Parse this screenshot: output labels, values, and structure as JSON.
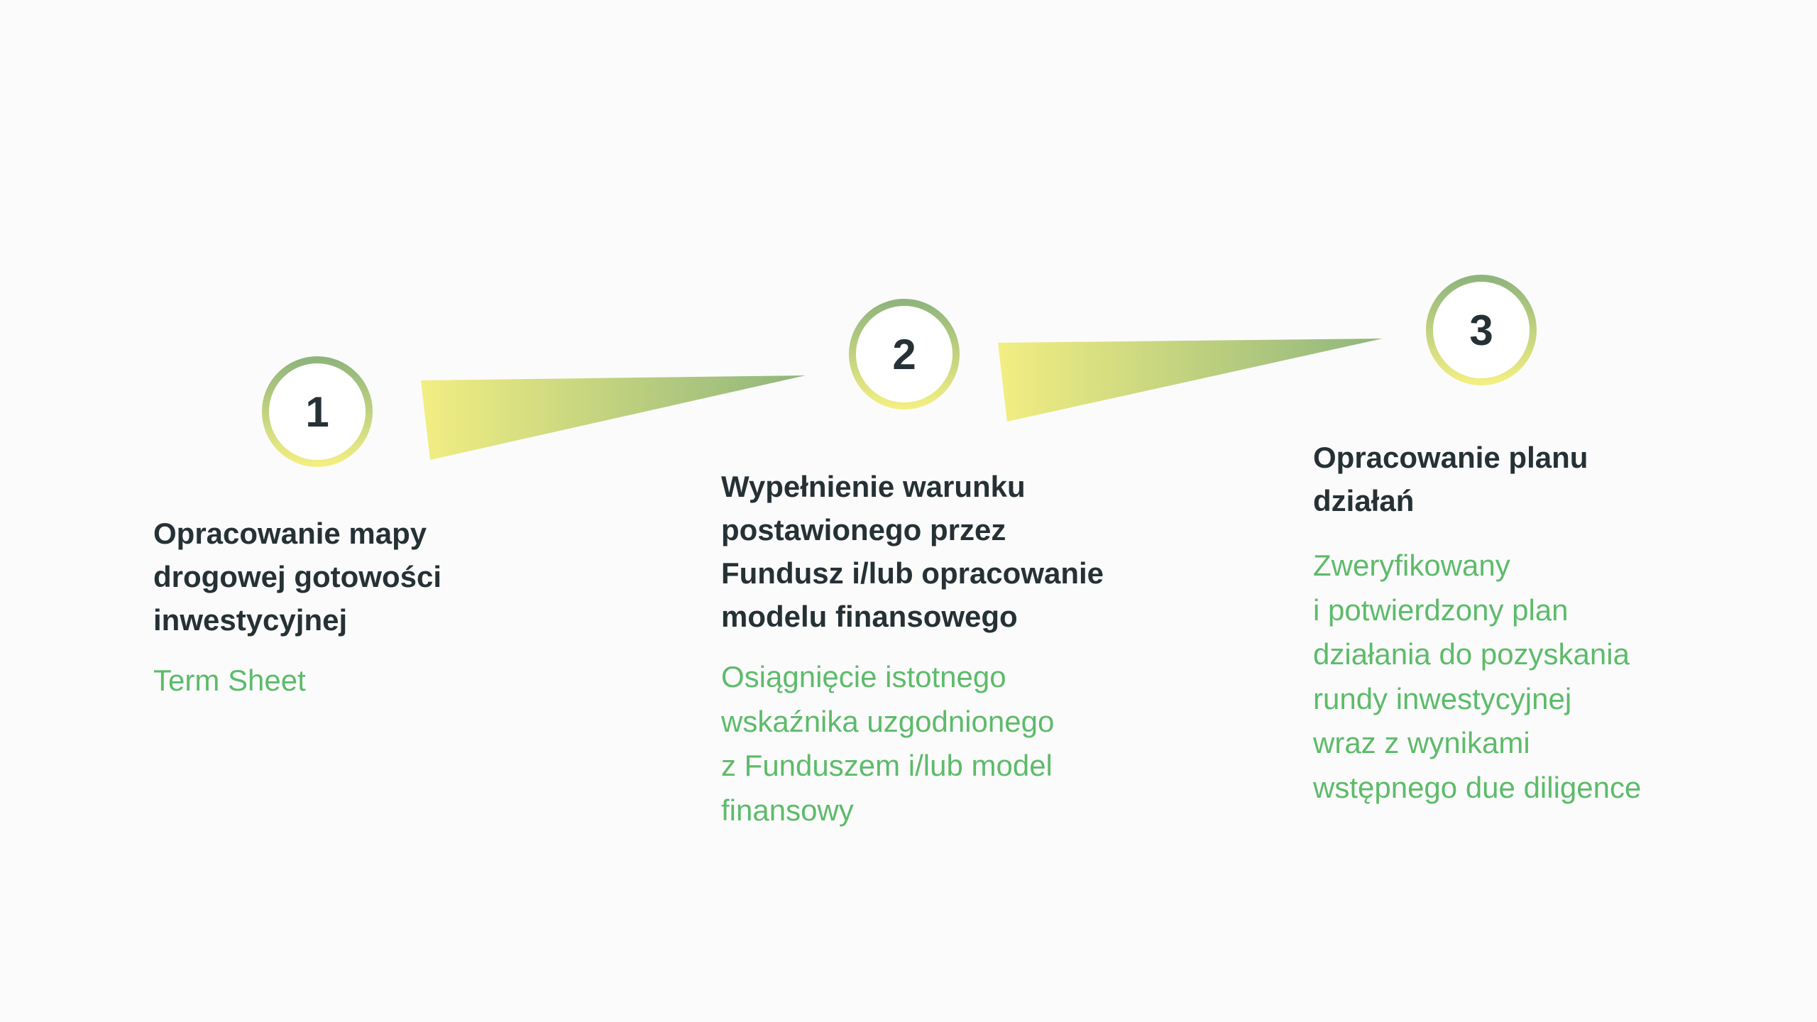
{
  "colors": {
    "heading": "#263135",
    "subtext": "#5dbb6a",
    "gradient_start": "#f2ee82",
    "gradient_end": "#8fb57c"
  },
  "steps": [
    {
      "number": "1",
      "heading": [
        "Opracowanie mapy",
        "drogowej gotowości",
        "inwestycyjnej"
      ],
      "sub": [
        "Term Sheet"
      ]
    },
    {
      "number": "2",
      "heading": [
        "Wypełnienie warunku",
        "postawionego przez",
        "Fundusz i/lub opracowanie",
        "modelu finansowego"
      ],
      "sub": [
        "Osiągnięcie istotnego",
        "wskaźnika uzgodnionego",
        "z Funduszem i/lub model",
        "finansowy"
      ]
    },
    {
      "number": "3",
      "heading": [
        "Opracowanie planu",
        "działań"
      ],
      "sub": [
        "Zweryfikowany",
        "i potwierdzony plan",
        "działania do pozyskania",
        "rundy inwestycyjnej",
        "wraz z wynikami",
        "wstępnego due diligence"
      ]
    }
  ]
}
